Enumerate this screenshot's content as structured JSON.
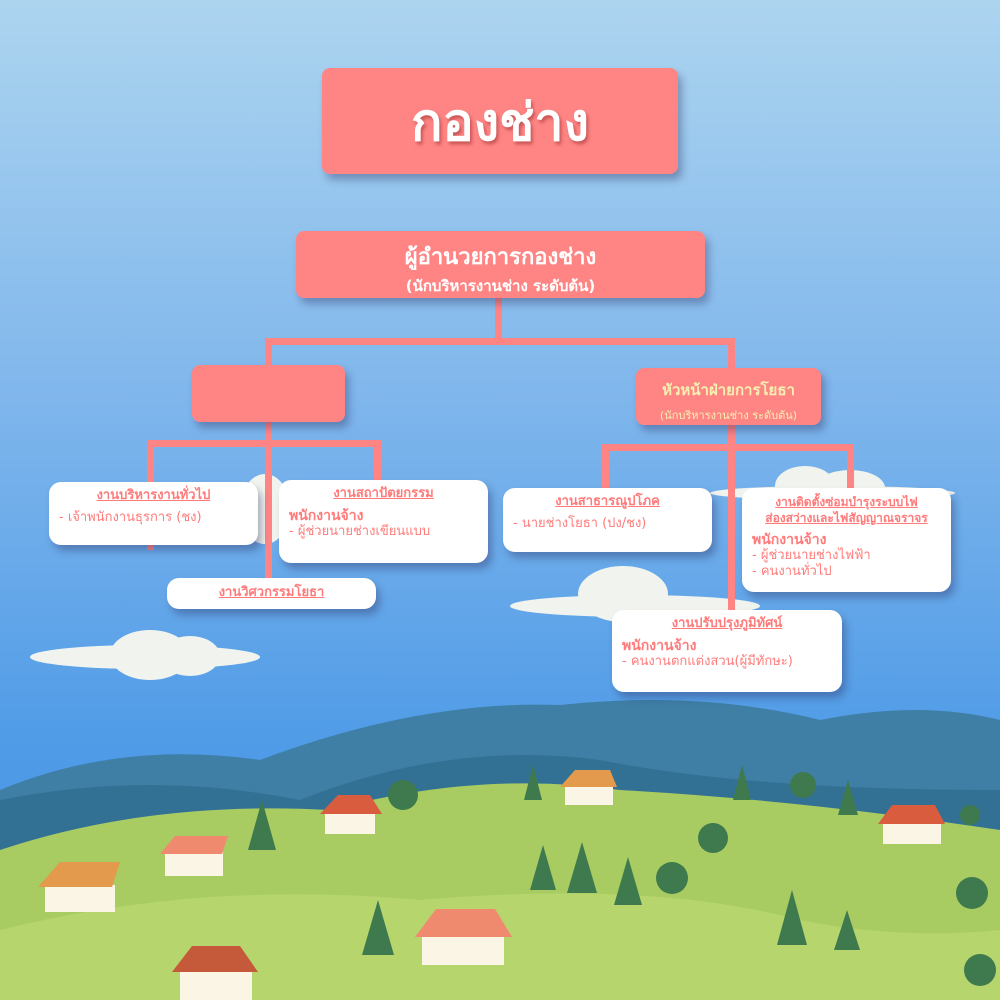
{
  "title": "กองช่าง",
  "director": {
    "title": "ผู้อำนวยการกองช่าง",
    "subtitle": "(นักบริหารงานช่าง ระดับต้น)"
  },
  "left_head": {
    "title": ""
  },
  "right_head": {
    "title": "หัวหน้าฝ่ายการโยธา",
    "subtitle": "(นักบริหารงานช่าง ระดับต้น)"
  },
  "units": [
    {
      "title": "งานบริหารงานทั่วไป",
      "items": [
        "- เจ้าพนักงานธุรการ (ชง)"
      ]
    },
    {
      "title": "งานสถาปัตยกรรม",
      "staff_label": "พนักงานจ้าง",
      "items": [
        "- ผู้ช่วยนายช่างเขียนแบบ"
      ]
    },
    {
      "title": "งานวิศวกรรมโยธา"
    },
    {
      "title": "งานสาธารณูปโภค",
      "items": [
        "- นายช่างโยธา (ปง/ชง)"
      ]
    },
    {
      "title": "งานติดตั้งซ่อมบำรุงระบบไฟ",
      "title2": "ส่องสว่างและไฟสัญญาณจราจร",
      "staff_label": "พนักงานจ้าง",
      "items": [
        "- ผู้ช่วยนายช่างไฟฟ้า",
        "- คนงานทั่วไป"
      ]
    },
    {
      "title": "งานปรับปรุงภูมิทัศน์",
      "staff_label": "พนักงานจ้าง",
      "items": [
        "- คนงานตกแต่งสวน(ผู้มีทักษะ)"
      ]
    }
  ],
  "colors": {
    "accent": "#ff8585",
    "head_text": "#f6f0b0",
    "card_text": "#ff7b7b"
  }
}
